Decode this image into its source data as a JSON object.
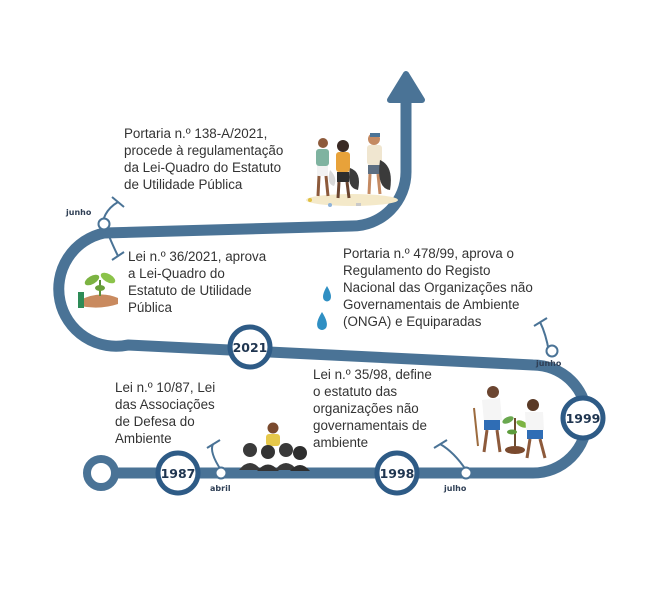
{
  "colors": {
    "road": "#4a7396",
    "badge_border": "#2e5b86",
    "badge_text": "#1f3550",
    "drop": "#2f8fc3"
  },
  "years": {
    "y1987": "1987",
    "y1998": "1998",
    "y1999": "1999",
    "y2021": "2021"
  },
  "months": {
    "abril": "abril",
    "julho": "julho",
    "junho_1999": "junho",
    "junho_2021": "junho"
  },
  "events": {
    "lei_10_87": [
      "Lei n.º 10/87, Lei",
      "das Associações",
      "de Defesa do",
      "Ambiente"
    ],
    "lei_35_98": [
      "Lei n.º 35/98, define",
      "o estatuto das",
      "organizações não",
      "governamentais de",
      "ambiente"
    ],
    "portaria_478_99": [
      "Portaria n.º 478/99, aprova o",
      "Regulamento do Registo",
      "Nacional das Organizações não",
      "Governamentais de Ambiente",
      "(ONGA) e Equiparadas"
    ],
    "lei_36_2021": [
      "Lei n.º 36/2021, aprova",
      "a Lei-Quadro do",
      "Estatuto de Utilidade",
      "Pública"
    ],
    "portaria_138_2021": [
      "Portaria n.º 138-A/2021,",
      "procede à regulamentação",
      "da Lei-Quadro do Estatuto",
      "de Utilidade Pública"
    ]
  },
  "icons": [
    "plant-in-hand-icon",
    "water-drop-icon",
    "cleanup-volunteers-illustration",
    "meeting-audience-illustration",
    "tree-planting-children-illustration"
  ]
}
